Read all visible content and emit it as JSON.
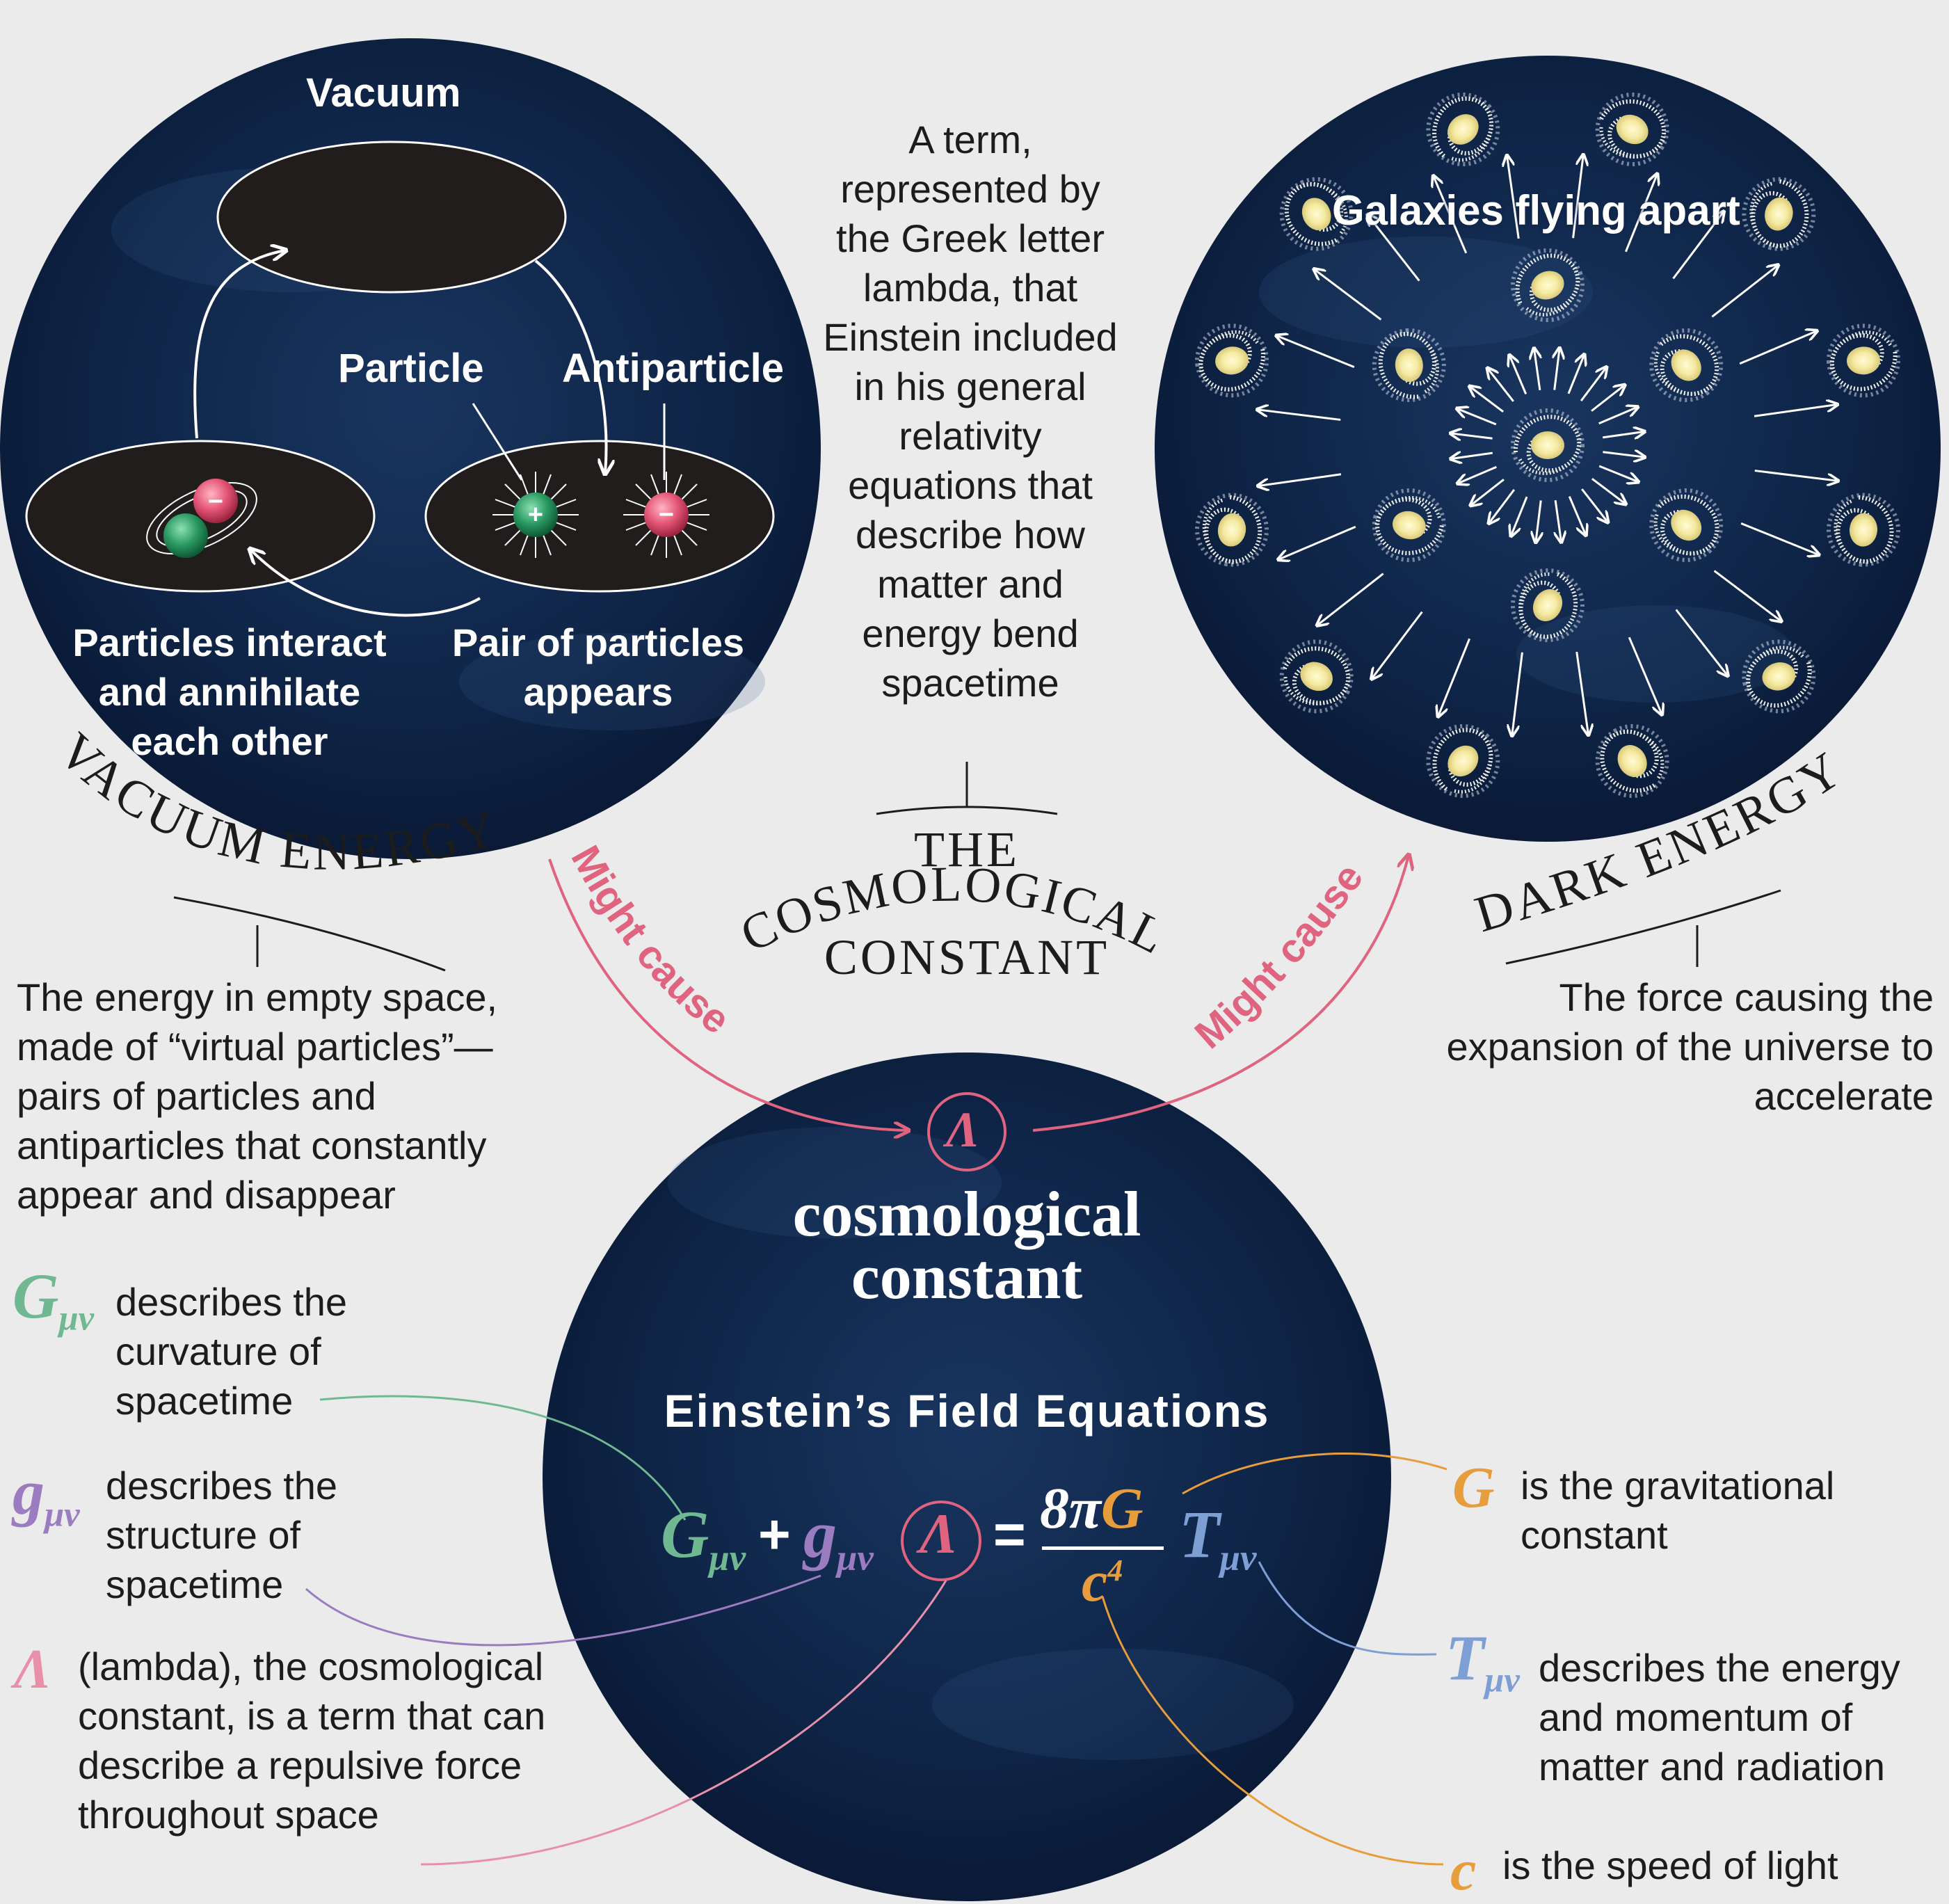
{
  "colors": {
    "background": "#ebebeb",
    "night": "#0d2245",
    "green": "#6fb891",
    "purple": "#9b7cc0",
    "pink": "#e0637f",
    "orange": "#e89d3c",
    "blue": "#7d9fd3"
  },
  "vacuum": {
    "title": "Vacuum",
    "particle_label": "Particle",
    "antiparticle_label": "Antiparticle",
    "interact_label": "Particles interact and annihilate each other",
    "pair_label": "Pair of particles appears"
  },
  "dark": {
    "galaxies_label": "Galaxies flying apart"
  },
  "vacuum_energy": {
    "heading": "VACUUM ENERGY",
    "description": "The energy in empty space, made of “virtual particles”—pairs of particles and antiparticles that constantly appear and disappear"
  },
  "dark_energy": {
    "heading": "DARK ENERGY",
    "description": "The force causing the expansion of the universe to accelerate"
  },
  "cosmological": {
    "heading_line1": "THE",
    "heading_line2": "COSMOLOGICAL",
    "heading_line3": "CONSTANT",
    "description": "A term, represented by the Greek letter lambda, that Einstein included in his general relativity equations that describe how matter and energy bend spacetime",
    "might_cause": "Might cause",
    "lambda_symbol": "Λ",
    "title_line1": "cosmological",
    "title_line2": "constant",
    "equations_title": "Einstein’s Field Equations"
  },
  "equation": {
    "G": "G",
    "g": "g",
    "sub_mu_nu": "μν",
    "plus": "+",
    "equals": "=",
    "numerator": "8π",
    "numerator_G": "G",
    "denominator_c": "c",
    "denominator_exp": "4",
    "T": "T"
  },
  "legend": {
    "G_curv": "describes the curvature of spacetime",
    "g_struct": "describes the structure of spacetime",
    "lambda": "(lambda), the cosmological constant, is a term that can describe a repulsive force throughout space",
    "grav": "is the gravitational constant",
    "T_energy": "describes the energy and momentum of matter and radiation",
    "c_light": "is the speed of light"
  },
  "icons": [
    "particle-icon",
    "antiparticle-icon",
    "galaxy-icon",
    "arrow-icon"
  ]
}
